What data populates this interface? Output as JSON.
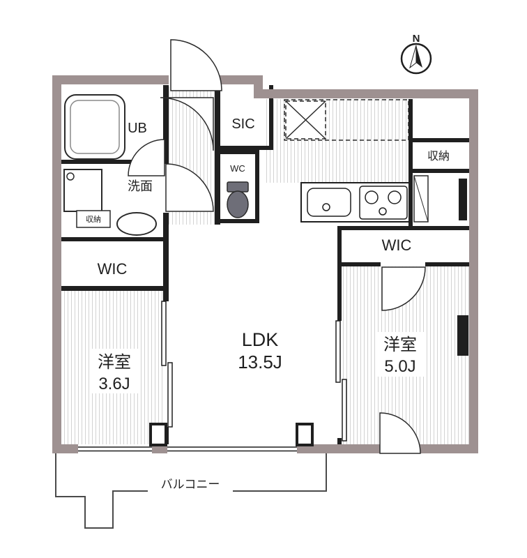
{
  "floorplan": {
    "compass": {
      "north_label": "N"
    },
    "rooms": {
      "unit_bath": {
        "label": "UB"
      },
      "washroom": {
        "label": "洗面"
      },
      "washroom_storage": {
        "label": "収納"
      },
      "wic_left": {
        "label": "WIC"
      },
      "shoe_closet": {
        "label": "SIC"
      },
      "toilet": {
        "label": "WC"
      },
      "ldk": {
        "name": "LDK",
        "size": "13.5J"
      },
      "bedroom_small": {
        "name": "洋室",
        "size": "3.6J"
      },
      "bedroom_large": {
        "name": "洋室",
        "size": "5.0J"
      },
      "storage_right": {
        "label": "収納"
      },
      "wic_right": {
        "label": "WIC"
      },
      "balcony": {
        "label": "バルコニー"
      }
    },
    "colors": {
      "wall": "#9e9191",
      "hatch_line": "#d2d2d2",
      "line": "#1f1f1f"
    }
  }
}
